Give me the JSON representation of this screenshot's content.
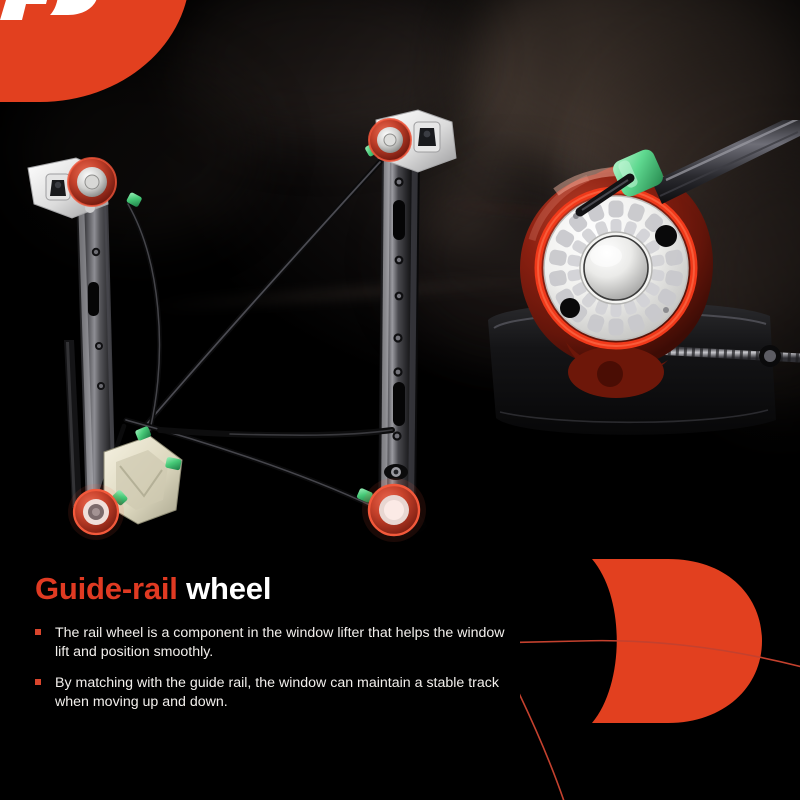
{
  "brand": {
    "logo_icon": "hp-monogram-logo",
    "badge_color": "#E2401F"
  },
  "hero": {
    "product_name": "window-regulator-assembly",
    "callout_icon": "magnified-guide-rail-wheel",
    "parts": {
      "rail": "guide-rail",
      "pulley": "rail-wheel-pulley",
      "cable": "lift-cable",
      "clip": "green-cable-clip",
      "carrier": "window-slider-carrier",
      "motor_bracket": "regulator-bracket"
    }
  },
  "copy": {
    "title_accent": "Guide-rail",
    "title_rest": " wheel",
    "bullets": [
      "The rail wheel is a component in the window lifter that helps the window lift and position smoothly.",
      "By matching with the guide rail, the window can maintain a stable track when moving up and down."
    ]
  },
  "decoration": {
    "shape_icon": "p-flag-shape",
    "shape_color": "#E2401F",
    "outline_color": "#C4412E"
  },
  "palette": {
    "accent_red": "#E03A22",
    "badge_red": "#E2401F",
    "bullet_red": "#D9452C",
    "text_white": "#F2EFEC",
    "background": "#000000",
    "wheel_body": "#8E1E10",
    "wheel_rim": "#F03A18",
    "wheel_hub": "#F2F2F0",
    "wheel_cap": "#DCDCDA",
    "clip_green": "#63D68E",
    "carrier_cream": "#E9E4CE"
  }
}
